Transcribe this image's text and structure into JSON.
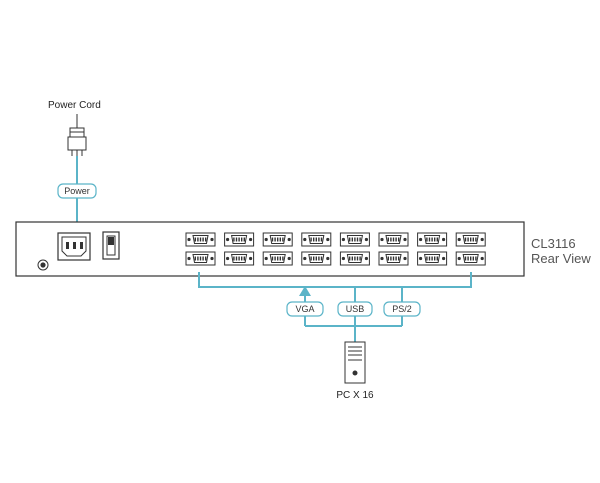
{
  "labels": {
    "power_cord": "Power Cord",
    "power": "Power",
    "model": "CL3116",
    "view": "Rear View",
    "vga": "VGA",
    "usb": "USB",
    "ps2": "PS/2",
    "pc": "PC X 16"
  },
  "ports": {
    "rows": 2,
    "columns": 8
  },
  "colors": {
    "cable": "#5bb4c8",
    "outline": "#333333",
    "panel": "#ffffff",
    "arrow": "#5bb4c8"
  },
  "icons": [
    "plug-icon",
    "ac-inlet-icon",
    "power-switch-icon",
    "ground-screw-icon",
    "kvm-port-icon",
    "pc-tower-icon"
  ]
}
